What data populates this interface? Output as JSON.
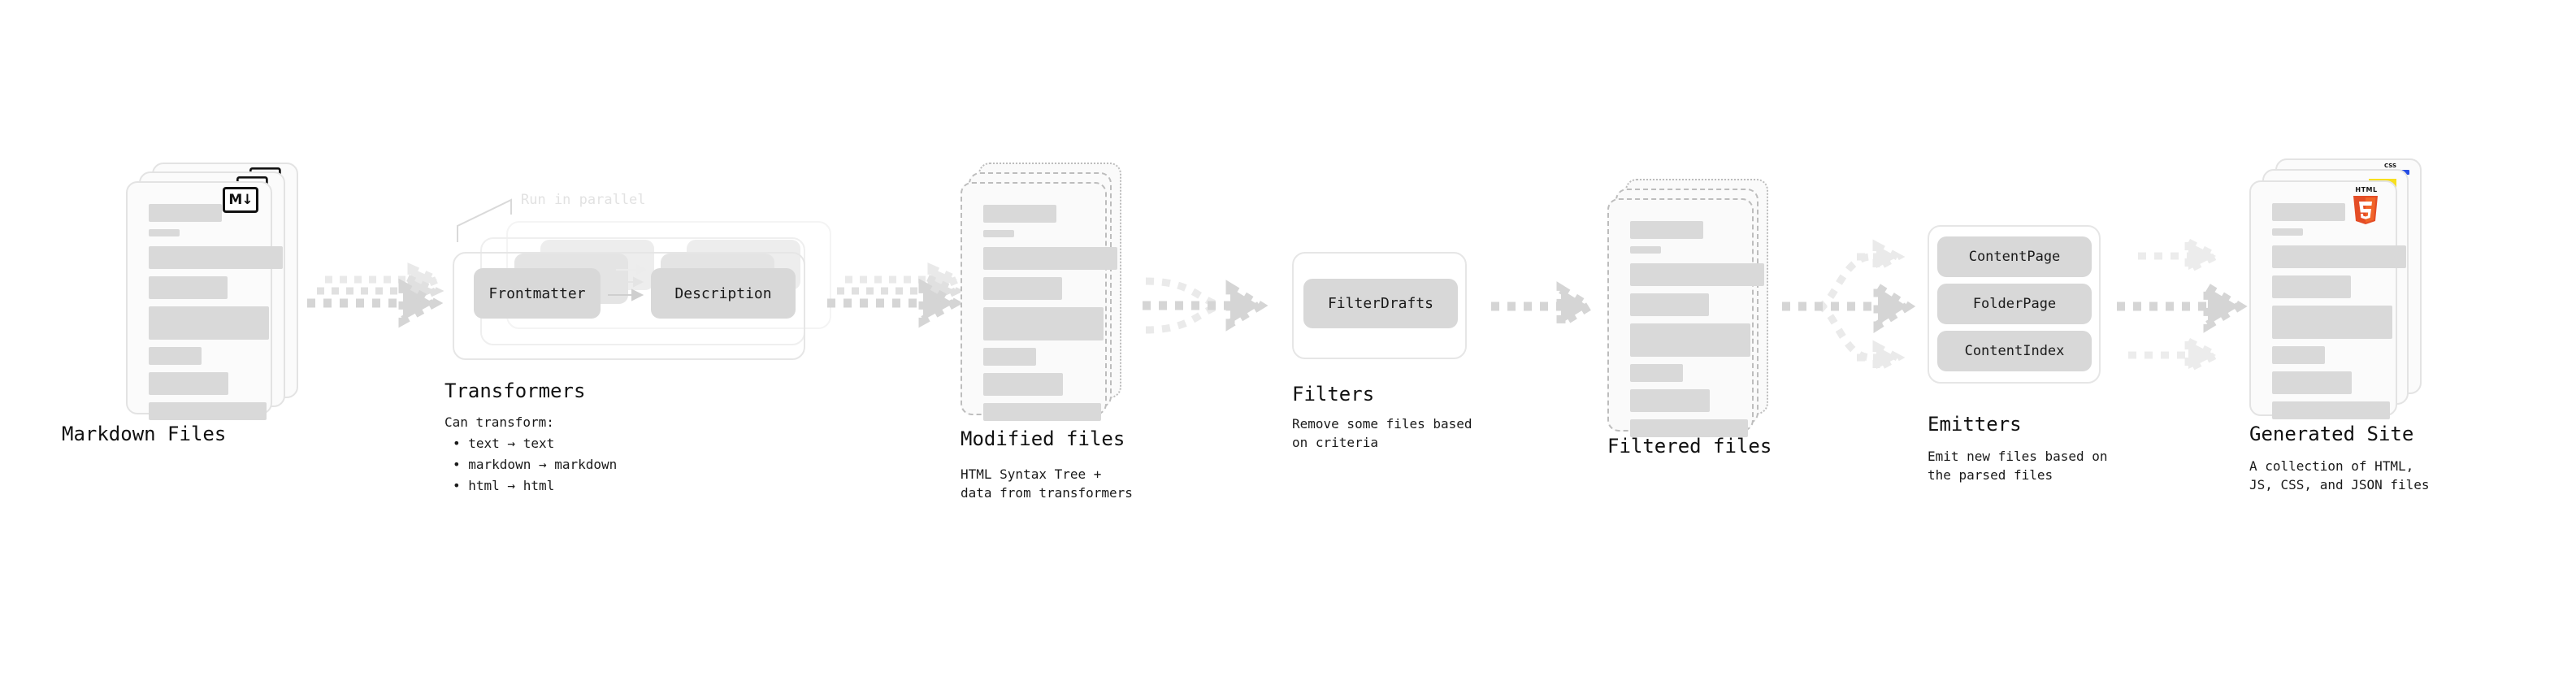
{
  "diagram": {
    "title_hidden": "",
    "background": "#ffffff",
    "accent_gray": "#d9d9d9",
    "arrow_gray": "#d5d5d5",
    "arrow_gray_faint": "#ededed"
  },
  "stages": [
    {
      "id": "markdown-files",
      "title": "Markdown Files",
      "subtitle": "",
      "badge": "markdown-badge",
      "badge_text": "M↓"
    },
    {
      "id": "transformers",
      "title": "Transformers",
      "subtitle": "Can transform:",
      "parallel_note": "Run in parallel",
      "pills": [
        "Frontmatter",
        "Description"
      ],
      "bullets": [
        "• text → text",
        "• markdown → markdown",
        "• html → html"
      ]
    },
    {
      "id": "modified-files",
      "title": "Modified files",
      "subtitle": "HTML Syntax Tree +\ndata from transformers"
    },
    {
      "id": "filters",
      "title": "Filters",
      "subtitle": "Remove some files based\non criteria",
      "pills": [
        "FilterDrafts"
      ]
    },
    {
      "id": "filtered-files",
      "title": "Filtered files",
      "subtitle": ""
    },
    {
      "id": "emitters",
      "title": "Emitters",
      "subtitle": "Emit new files based on\nthe parsed files",
      "pills": [
        "ContentPage",
        "FolderPage",
        "ContentIndex"
      ]
    },
    {
      "id": "generated-site",
      "title": "Generated Site",
      "subtitle": "A collection of HTML,\nJS, CSS, and JSON files",
      "badges": [
        "css-badge",
        "js-badge",
        "html5-badge"
      ],
      "css_badge_text": "CSS",
      "html5_badge_text": "HTML"
    }
  ],
  "icons": {
    "markdown": "M↓",
    "html5_label": "HTML",
    "html5_digit": "5",
    "css_label": "CSS"
  },
  "skeleton_bars": [
    {
      "w": 90,
      "h": 22
    },
    {
      "w": 38,
      "h": 9
    },
    {
      "w": 165,
      "h": 28
    },
    {
      "w": 97,
      "h": 28
    },
    {
      "w": 148,
      "h": 41
    },
    {
      "w": 65,
      "h": 22
    },
    {
      "w": 98,
      "h": 28
    },
    {
      "w": 145,
      "h": 22
    }
  ]
}
